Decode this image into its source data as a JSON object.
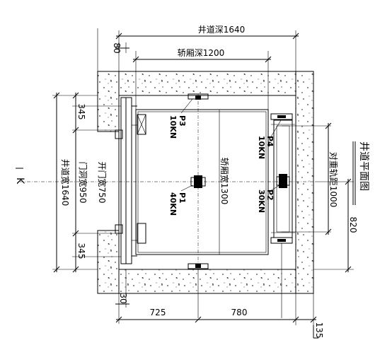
{
  "title": "井道平面图",
  "direction_mark": "K",
  "dimensions": {
    "shaft_depth": "井道深1640",
    "car_depth": "轿厢深1200",
    "top_offset": "80",
    "car_width": "轿厢宽1300",
    "shaft_width": "井道宽1640",
    "door_opening": "门洞宽950",
    "clear_opening": "开门宽750",
    "left_top": "345",
    "left_bottom": "345",
    "counterweight_rail": "对重轨距1000",
    "right_offset": "820",
    "bottom_30": "30",
    "bottom_725": "725",
    "bottom_780": "780",
    "bottom_135": "135"
  },
  "loads": {
    "p1_name": "P1",
    "p1_value": "40KN",
    "p2_name": "P2",
    "p2_value": "30KN",
    "p3_name": "P3",
    "p3_value": "10KN",
    "p4_name": "P4",
    "p4_value": "10KN"
  }
}
